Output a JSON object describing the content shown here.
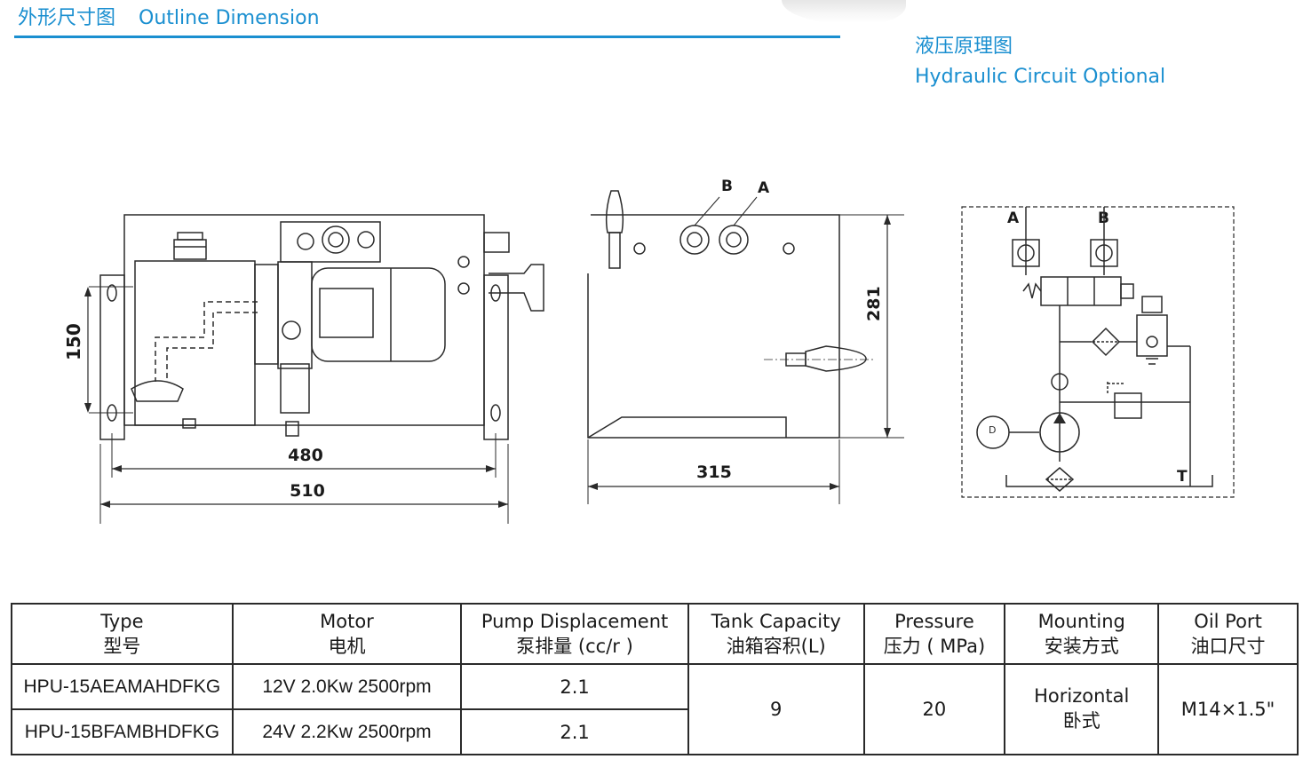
{
  "header": {
    "title_cn": "外形尺寸图",
    "title_en": "Outline Dimension"
  },
  "circuit": {
    "title_cn": "液压原理图",
    "title_en": "Hydraulic Circuit Optional"
  },
  "drawing": {
    "dimensions": {
      "height_front": "150",
      "width_inner": "480",
      "width_outer": "510",
      "depth_side": "315",
      "height_side": "281"
    },
    "port_labels": {
      "a": "A",
      "b": "B",
      "t": "T"
    }
  },
  "table": {
    "headers": [
      {
        "en": "Type",
        "cn": "型号"
      },
      {
        "en": "Motor",
        "cn": "电机"
      },
      {
        "en": "Pump Displacement",
        "cn": "泵排量 (cc/r )"
      },
      {
        "en": "Tank Capacity",
        "cn": "油箱容积(L)"
      },
      {
        "en": "Pressure",
        "cn": "压力 ( MPa)"
      },
      {
        "en": "Mounting",
        "cn": "安装方式"
      },
      {
        "en": "Oil Port",
        "cn": "油口尺寸"
      }
    ],
    "rows": [
      {
        "type": "HPU-15AEAMAHDFKG",
        "motor": "12V 2.0Kw 2500rpm",
        "displacement": "2.1"
      },
      {
        "type": "HPU-15BFAMBHDFKG",
        "motor": "24V 2.2Kw 2500rpm",
        "displacement": "2.1"
      }
    ],
    "shared": {
      "tank": "9",
      "pressure": "20",
      "mounting_en": "Horizontal",
      "mounting_cn": "卧式",
      "oil_port": "M14×1.5\""
    }
  }
}
